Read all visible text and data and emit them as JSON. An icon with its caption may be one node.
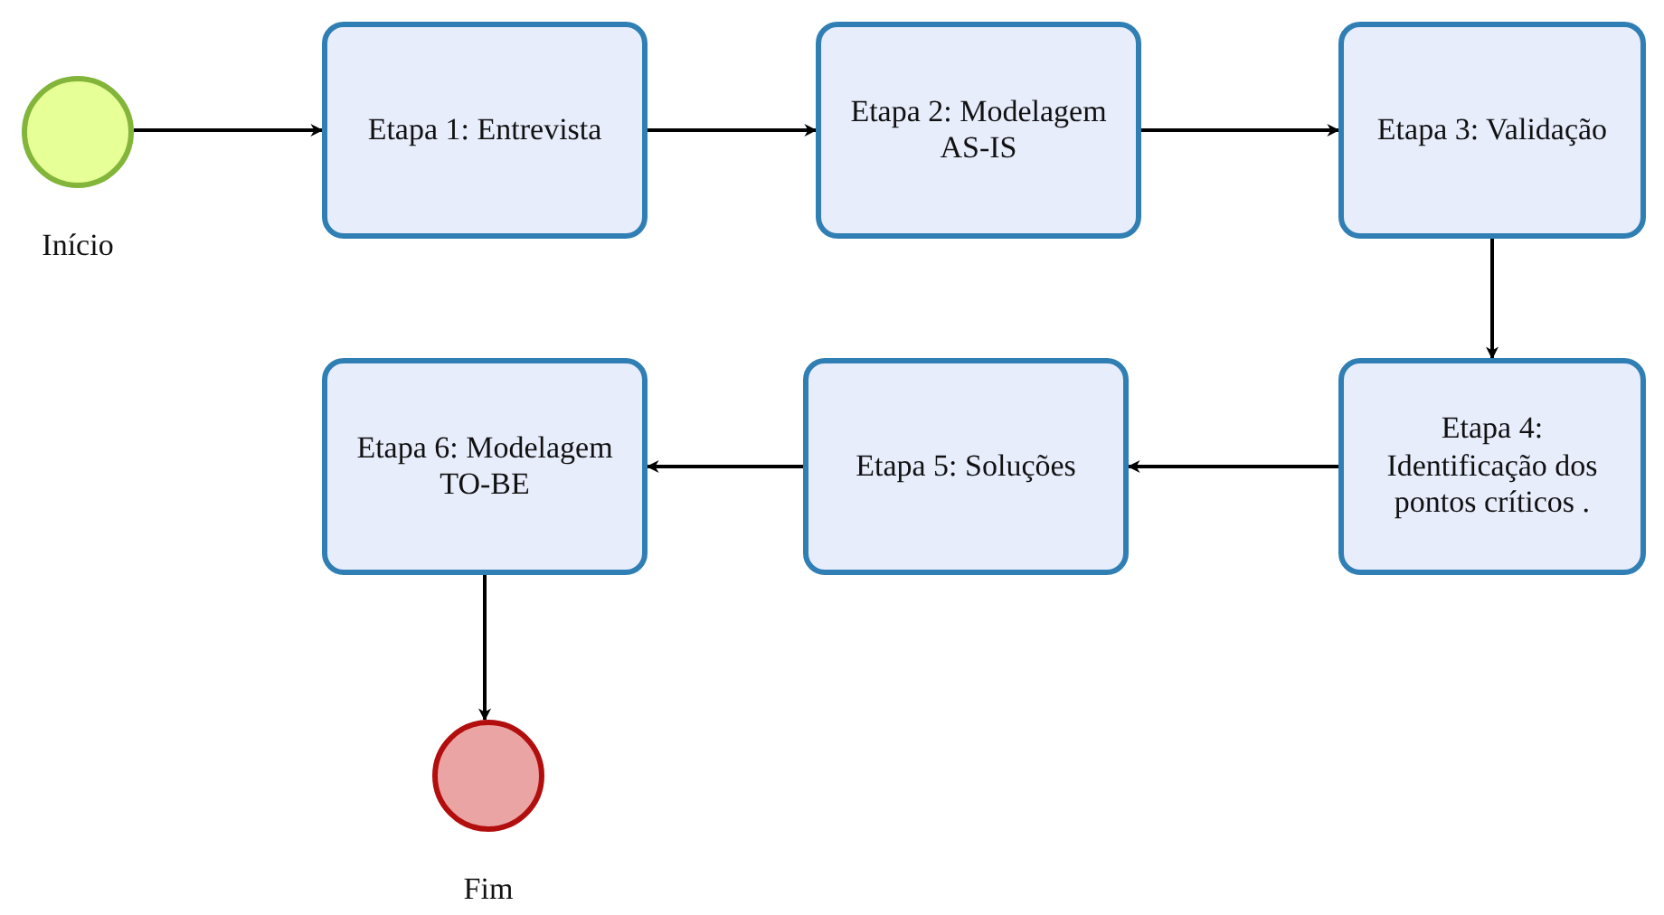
{
  "diagram": {
    "nodes": [
      {
        "text": [],
        "shape": "circle",
        "beside": [
          "Início"
        ]
      },
      {
        "text": [
          "Etapa 1: Entrevista"
        ]
      },
      {
        "text": [
          "Etapa 2: Modelagem AS-IS"
        ]
      },
      {
        "text": [
          "Etapa 3: Validação"
        ]
      },
      {
        "text": [
          "Etapa 4: Identificação dos pontos críticos ."
        ]
      },
      {
        "text": [
          "Etapa 5: Soluções"
        ]
      },
      {
        "text": [
          "Etapa 6: Modelagem TO-BE"
        ]
      },
      {
        "text": [],
        "shape": "circle",
        "beside": [
          "Fim"
        ]
      }
    ],
    "edges": [
      {
        "from": 0,
        "to": 1,
        "arrow": "to"
      },
      {
        "from": 1,
        "to": 2,
        "arrow": "to"
      },
      {
        "from": 2,
        "to": 3,
        "arrow": "to"
      },
      {
        "from": 3,
        "to": 4,
        "arrow": "to"
      },
      {
        "from": 4,
        "to": 5,
        "arrow": "to"
      },
      {
        "from": 5,
        "to": 6,
        "arrow": "to"
      },
      {
        "from": 6,
        "to": 7,
        "arrow": "to"
      }
    ]
  }
}
